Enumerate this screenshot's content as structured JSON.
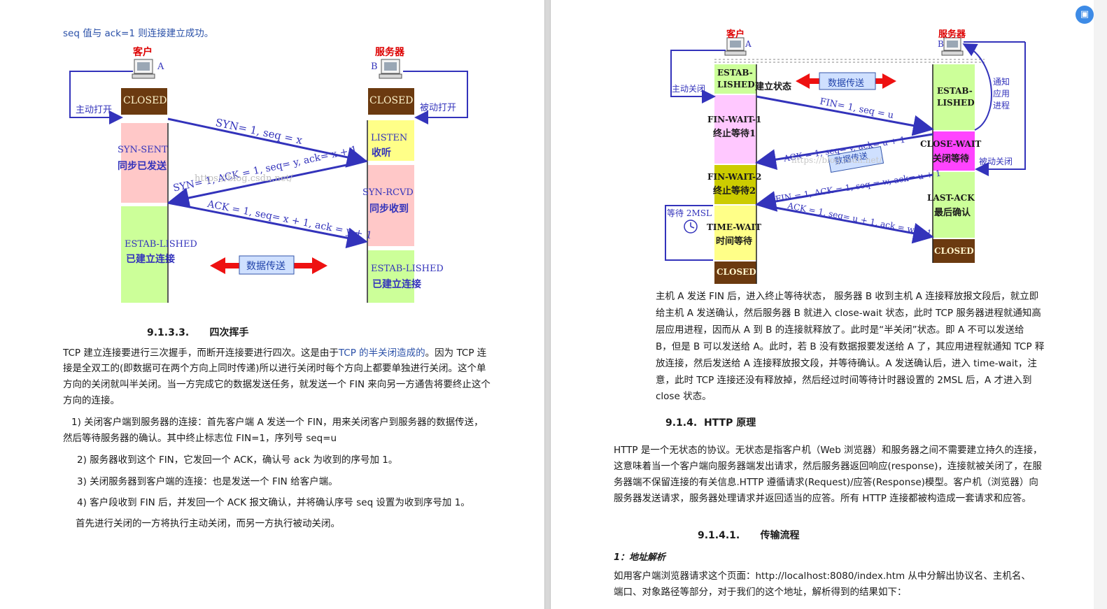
{
  "top_note": "seq 值与 ack=1 则连接建立成功。",
  "three_way": {
    "client_label": "客户",
    "server_label": "服务器",
    "host_a": "A",
    "host_b": "B",
    "closed": "CLOSED",
    "active_open": "主动打开",
    "passive_open": "被动打开",
    "listen": "LISTEN",
    "listen_cn": "收听",
    "syn_sent": "SYN-SENT",
    "syn_sent_cn": "同步已发送",
    "syn_rcvd": "SYN-RCVD",
    "syn_rcvd_cn": "同步收到",
    "established": "ESTAB-LISHED",
    "established_cn": "已建立连接",
    "msg1": "SYN= 1, seq = x",
    "msg2": "SYN= 1, ACK = 1, seq= y, ack= x + 1",
    "msg3": "ACK = 1, seq= x + 1, ack = y + 1",
    "data_transfer": "数据传送",
    "watermark": "https://blog.csdn.net/"
  },
  "section_four_way": {
    "number": "9.1.3.3.",
    "title": "四次挥手"
  },
  "intro": {
    "line1_a": "TCP 建立连接要进行三次握手，而断开连接要进行四次。这是由于",
    "line1_link": "TCP 的半关闭造成的",
    "line1_b": "。因为 TCP 连",
    "line2": "接是全双工的(即数据可在两个方向上同时传递)所以进行关闭时每个方向上都要单独进行关闭。这个单",
    "line3": "方向的关闭就叫半关闭。当一方完成它的数据发送任务，就发送一个 FIN 来向另一方通告将要终止这个",
    "line4": "方向的连接。"
  },
  "steps": {
    "s1_line1": "1)   关闭客户端到服务器的连接：首先客户端 A 发送一个 FIN，用来关闭客户到服务器的数据传送，",
    "s1_line2": "然后等待服务器的确认。其中终止标志位 FIN=1，序列号 seq=u",
    "s2": "2)   服务器收到这个 FIN，它发回一个 ACK，确认号 ack 为收到的序号加 1。",
    "s3": "3)   关闭服务器到客户端的连接：也是发送一个 FIN 给客户端。",
    "s4": "4)   客户段收到 FIN 后，并发回一个 ACK 报文确认，并将确认序号 seq 设置为收到序号加 1。",
    "closing": "首先进行关闭的一方将执行主动关闭，而另一方执行被动关闭。"
  },
  "four_way": {
    "client_label": "客户",
    "server_label": "服务器",
    "host_a": "A",
    "host_b": "B",
    "established": "ESTAB-",
    "established2": "LISHED",
    "established_cn": "建立状态",
    "data_transfer": "数据传送",
    "active_close": "主动关闭",
    "notify_line1": "通知",
    "notify_line2": "应用",
    "notify_line3": "进程",
    "passive_close": "被动关闭",
    "fin_wait1": "FIN-WAIT-1",
    "fin_wait1_cn": "终止等待1",
    "fin_wait2": "FIN-WAIT-2",
    "fin_wait2_cn": "终止等待2",
    "close_wait": "CLOSE-WAIT",
    "close_wait_cn": "关闭等待",
    "last_ack": "LAST-ACK",
    "last_ack_cn": "最后确认",
    "time_wait": "TIME-WAIT",
    "time_wait_cn": "时间等待",
    "wait_2msl": "等待 2MSL",
    "closed": "CLOSED",
    "msg1": "FIN= 1, seq = u",
    "msg2": "ACK = 1, seq= v, ack= u + 1",
    "msg3": "FIN = 1, ACK = 1, seq = w, ack= u + 1",
    "msg4": "ACK = 1, seq= u + 1, ack = w + 1",
    "watermark": "https://blog.csdn.net/"
  },
  "right_para": [
    "主机 A 发送 FIN 后，进入终止等待状态， 服务器 B 收到主机 A 连接释放报文段后，就立即",
    "给主机 A 发送确认，然后服务器 B 就进入 close-wait 状态，此时 TCP 服务器进程就通知高",
    "层应用进程，因而从 A 到 B 的连接就释放了。此时是“半关闭”状态。即 A 不可以发送给",
    "B，但是 B 可以发送给 A。此时，若 B 没有数据报要发送给 A 了，其应用进程就通知 TCP 释",
    "放连接，然后发送给 A 连接释放报文段，并等待确认。A 发送确认后，进入 time-wait，注",
    "意，此时 TCP 连接还没有释放掉，然后经过时间等待计时器设置的 2MSL 后，A 才进入到",
    "close 状态。"
  ],
  "section_http": {
    "number": "9.1.4.",
    "title": "HTTP 原理"
  },
  "http_para": [
    "HTTP 是一个无状态的协议。无状态是指客户机（Web 浏览器）和服务器之间不需要建立持久的连接，",
    "这意味着当一个客户端向服务器端发出请求，然后服务器返回响应(response)，连接就被关闭了，在服",
    "务器端不保留连接的有关信息.HTTP  遵循请求(Request)/应答(Response)模型。客户机（浏览器）向",
    "服务器发送请求，服务器处理请求并返回适当的应答。所有 HTTP 连接都被构造成一套请求和应答。"
  ],
  "section_flow": {
    "number": "9.1.4.1.",
    "title": "传输流程"
  },
  "address_heading": "1：地址解析",
  "address_para": [
    " 如用客户端浏览器请求这个页面：http://localhost:8080/index.htm 从中分解出协议名、主机名、",
    "端口、对象路径等部分，对于我们的这个地址，解析得到的结果如下："
  ],
  "colors": {
    "arrow_blue": "#3333bb",
    "closed_brown": "#6b3a10",
    "listen_yellow": "#ffff88",
    "syn_pink": "#ffc8c8",
    "estab_green": "#ccff99",
    "magenta": "#ff44ff",
    "olive": "#cccc00",
    "red_label": "#dd0000"
  }
}
